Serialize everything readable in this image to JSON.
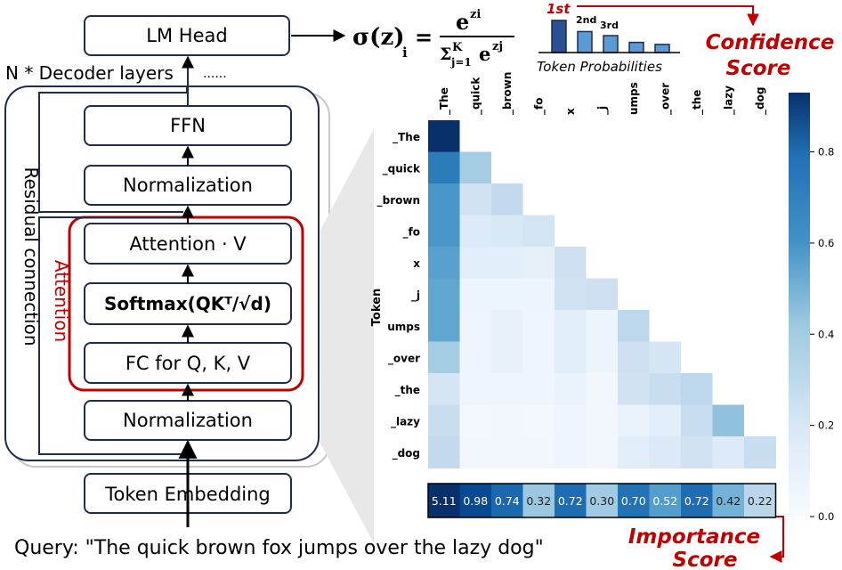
{
  "architecture": {
    "lm_head": "LM Head",
    "decoder_layers": "N * Decoder layers",
    "ellipsis": "......",
    "ffn": "FFN",
    "norm_top": "Normalization",
    "attn_v": "Attention · V",
    "softmax": "Softmax(QKᵀ/√d)",
    "fc": "FC for Q, K, V",
    "norm_bottom": "Normalization",
    "token_embedding": "Token Embedding",
    "residual": "Residual connection",
    "attention": "Attention"
  },
  "formula": {
    "lhs": "σ(z)",
    "lhs_sub": "i",
    "equals": "=",
    "numerator": "e",
    "numerator_sup": "zi",
    "denominator": "Σ",
    "denominator_sub": "j=1",
    "denominator_sup": "K",
    "denominator_e": "e",
    "denominator_e_sup": "zj"
  },
  "token_probabilities": {
    "label": "Token Probabilities",
    "ranks": [
      "1st",
      "2nd",
      "3rd"
    ],
    "values": [
      0.95,
      0.62,
      0.5,
      0.3,
      0.24
    ]
  },
  "confidence": {
    "line1": "Confidence",
    "line2": "Score"
  },
  "importance": {
    "line1": "Importance",
    "line2": "Score"
  },
  "query": "Query: \"The quick brown fox jumps over the lazy dog\"",
  "colors": {
    "accent_red": "#c00000",
    "box_border": "#1f2d4d",
    "heat_dark": "#08306b"
  },
  "chart_data": {
    "type": "heatmap",
    "ylabel": "Token",
    "x_tokens": [
      "_The",
      "_quick",
      "_brown",
      "_fo",
      "x",
      "_j",
      "umps",
      "_over",
      "_the",
      "_lazy",
      "_dog"
    ],
    "y_tokens": [
      "_The",
      "_quick",
      "_brown",
      "_fo",
      "x",
      "_j",
      "umps",
      "_over",
      "_the",
      "_lazy",
      "_dog"
    ],
    "matrix": [
      [
        0.93,
        0,
        0,
        0,
        0,
        0,
        0,
        0,
        0,
        0,
        0
      ],
      [
        0.66,
        0.33,
        0,
        0,
        0,
        0,
        0,
        0,
        0,
        0,
        0
      ],
      [
        0.56,
        0.18,
        0.24,
        0,
        0,
        0,
        0,
        0,
        0,
        0,
        0
      ],
      [
        0.56,
        0.12,
        0.14,
        0.17,
        0,
        0,
        0,
        0,
        0,
        0,
        0
      ],
      [
        0.52,
        0.1,
        0.1,
        0.08,
        0.2,
        0,
        0,
        0,
        0,
        0,
        0
      ],
      [
        0.5,
        0.05,
        0.05,
        0.05,
        0.18,
        0.2,
        0,
        0,
        0,
        0,
        0
      ],
      [
        0.5,
        0.04,
        0.07,
        0.04,
        0.1,
        0.05,
        0.26,
        0,
        0,
        0,
        0
      ],
      [
        0.33,
        0.04,
        0.07,
        0.04,
        0.1,
        0.05,
        0.2,
        0.16,
        0,
        0,
        0
      ],
      [
        0.16,
        0.04,
        0.04,
        0.04,
        0.06,
        0.03,
        0.18,
        0.22,
        0.26,
        0,
        0
      ],
      [
        0.22,
        0.02,
        0.03,
        0.02,
        0.04,
        0.03,
        0.06,
        0.1,
        0.22,
        0.38,
        0
      ],
      [
        0.24,
        0.03,
        0.03,
        0.03,
        0.04,
        0.03,
        0.1,
        0.13,
        0.18,
        0.12,
        0.22
      ]
    ],
    "importance_scores": [
      5.11,
      0.98,
      0.74,
      0.32,
      0.72,
      0.3,
      0.7,
      0.52,
      0.72,
      0.42,
      0.22
    ],
    "colorbar": {
      "ticks": [
        0.0,
        0.2,
        0.4,
        0.6,
        0.8
      ],
      "vmin": 0.0,
      "vmax": 0.93
    }
  }
}
